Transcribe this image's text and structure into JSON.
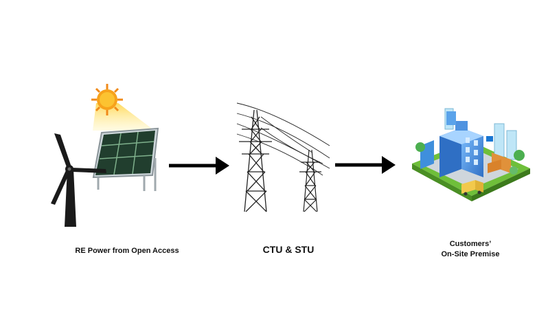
{
  "nodes": [
    {
      "id": "source",
      "label_lines": [
        "RE Power from Open Access"
      ],
      "icon": "wind-turbine-and-solar-panel-icon"
    },
    {
      "id": "transmission",
      "label_lines": [
        "CTU & STU"
      ],
      "icon": "transmission-tower-icon"
    },
    {
      "id": "destination",
      "label_lines": [
        "Customers’",
        "On-Site Premise"
      ],
      "icon": "industrial-facility-icon"
    }
  ],
  "edges": [
    {
      "from": "source",
      "to": "transmission"
    },
    {
      "from": "transmission",
      "to": "destination"
    }
  ],
  "colors": {
    "arrow": "#000000",
    "sun": "#f5a623",
    "panel": "#1f3a2a",
    "grass": "#6fbf3a",
    "building": "#3f8fdc"
  }
}
